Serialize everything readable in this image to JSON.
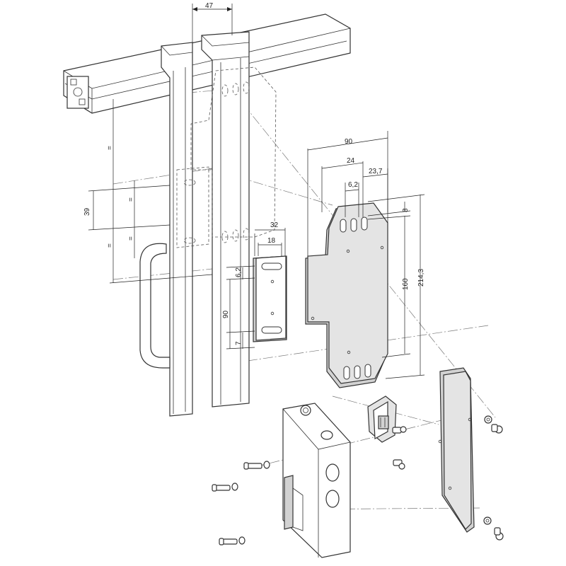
{
  "colors": {
    "line": "#333333",
    "plate_fill": "#e4e4e4",
    "background": "#ffffff"
  },
  "dimensions": {
    "profile_width": "47",
    "plate_width": "90",
    "slot_spacing": "24",
    "edge_offset": "23,7",
    "slot_width": "6,2",
    "top_margin": "8",
    "plate_height_inner": "160",
    "plate_height_total": "214,3",
    "bracket_width": "32",
    "bracket_inner": "18",
    "bracket_slot_offset": "6,2",
    "bracket_height": "90",
    "bracket_bottom": "7",
    "left_spacing": "39"
  }
}
